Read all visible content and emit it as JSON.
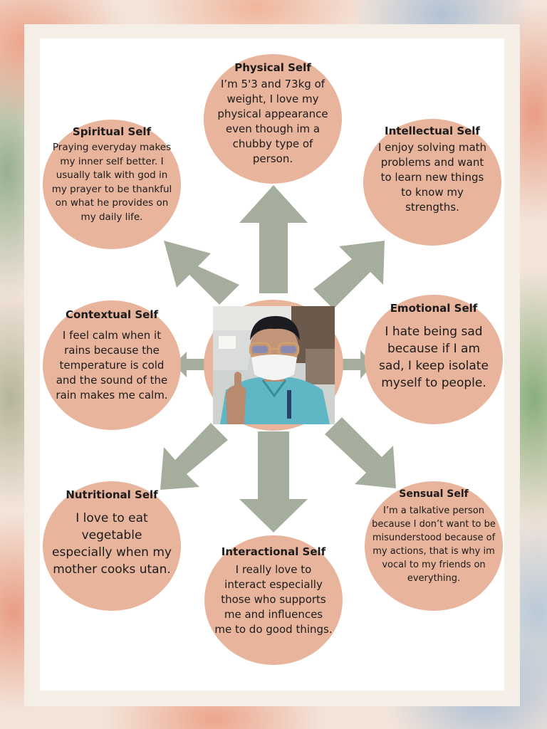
{
  "colors": {
    "circle": "#e8b49c",
    "arrow": "#a5ae9c",
    "text": "#1b1b1b",
    "frame": "#f4eee6"
  },
  "center": {
    "photo_icon": "person-photo-icon"
  },
  "nodes": {
    "physical": {
      "title": "Physical Self",
      "text": "I’m 5'3 and 73kg of weight, I love my physical appearance even though im a chubby type of person."
    },
    "spiritual": {
      "title": "Spiritual Self",
      "text": "Praying everyday makes my inner self better. I usually talk with god in my prayer to be thankful on what he provides on my daily life."
    },
    "intellectual": {
      "title": "Intellectual Self",
      "text": "I enjoy solving math problems and want to learn new things to know my strengths."
    },
    "contextual": {
      "title": "Contextual Self",
      "text": "I feel calm when it rains because the temperature is cold and the sound of the rain makes me calm."
    },
    "emotional": {
      "title": "Emotional Self",
      "text": "I hate being sad because if I am sad, I keep isolate myself to people."
    },
    "nutritional": {
      "title": "Nutritional Self",
      "text": "I love to eat vegetable especially when my mother cooks utan."
    },
    "interactional": {
      "title": "Interactional Self",
      "text": "I really love to interact especially those who supports me and influences me to do good things."
    },
    "sensual": {
      "title": "Sensual Self",
      "text": "I’m a talkative person because I don’t want to be misunderstood because of my actions, that is why im vocal to my friends on everything."
    }
  }
}
